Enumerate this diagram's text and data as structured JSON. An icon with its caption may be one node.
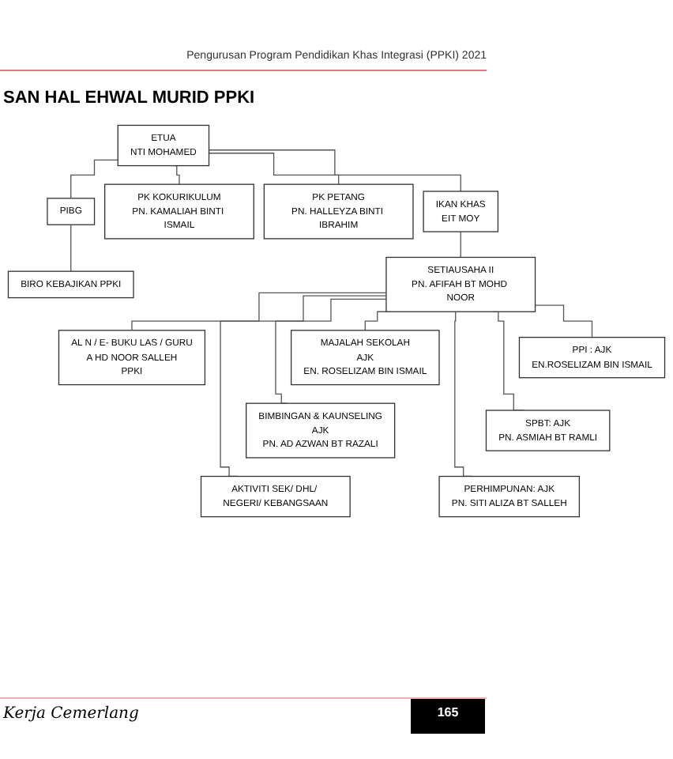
{
  "diagram": {
    "title": "SAN HAL EHWAL MURID PPKI",
    "nodes": [
      {
        "text": [
          "ETUA",
          "NTI MOHAMED"
        ]
      },
      {
        "text": [
          "PIBG"
        ]
      },
      {
        "text": [
          "BIRO KEBAJIKAN PPKI"
        ]
      },
      {
        "text": [
          "PK KOKURIKULUM",
          "PN. KAMALIAH BINTI ISMAIL"
        ]
      },
      {
        "text": [
          "PK PETANG",
          "PN. HALLEYZA BINTI IBRAHIM"
        ]
      },
      {
        "text": [
          "IKAN KHAS",
          "EIT MOY"
        ]
      },
      {
        "text": [
          "SETIAUSAHA II",
          "PN. AFIFAH BT MOHD NOOR"
        ]
      },
      {
        "text": [
          "AL N / E- BUKU LAS / GURU",
          "A HD NOOR SALLEH",
          "PPKI"
        ]
      },
      {
        "text": [
          "MAJALAH SEKOLAH",
          "AJK",
          "EN. ROSELIZAM BIN ISMAIL"
        ]
      },
      {
        "text": [
          "BIMBINGAN & KAUNSELING",
          "AJK",
          "PN. AD AZWAN BT RAZALI"
        ]
      },
      {
        "text": [
          "AKTIVITI SEK/ DHL/ NEGERI/ KEBANGSAAN"
        ]
      },
      {
        "text": [
          "PPI : AJK",
          "EN.ROSELIZAM BIN ISMAIL"
        ]
      },
      {
        "text": [
          "SPBT: AJK",
          "PN. ASMIAH BT RAMLI"
        ]
      },
      {
        "text": [
          "PERHIMPUNAN: AJK",
          "PN. SITI ALIZA BT SALLEH"
        ]
      }
    ],
    "edges": [
      {
        "from": 0,
        "to": 1,
        "arrow": "none"
      },
      {
        "from": 1,
        "to": 2,
        "arrow": "none"
      },
      {
        "from": 0,
        "to": 3,
        "arrow": "none"
      },
      {
        "from": 0,
        "to": 4,
        "arrow": "none"
      },
      {
        "from": 0,
        "to": 5,
        "arrow": "none"
      },
      {
        "from": 5,
        "to": 6,
        "arrow": "none"
      },
      {
        "from": 6,
        "to": 7,
        "arrow": "none"
      },
      {
        "from": 6,
        "to": 8,
        "arrow": "none"
      },
      {
        "from": 6,
        "to": 9,
        "arrow": "none"
      },
      {
        "from": 6,
        "to": 10,
        "arrow": "none"
      },
      {
        "from": 6,
        "to": 11,
        "arrow": "none"
      },
      {
        "from": 6,
        "to": 12,
        "arrow": "none"
      },
      {
        "from": 6,
        "to": 13,
        "arrow": "none"
      }
    ],
    "labels": [
      "Pengurusan Program Pendidikan Khas Integrasi (PPKI) 2021",
      "Kerja Cemerlang",
      "165"
    ]
  }
}
